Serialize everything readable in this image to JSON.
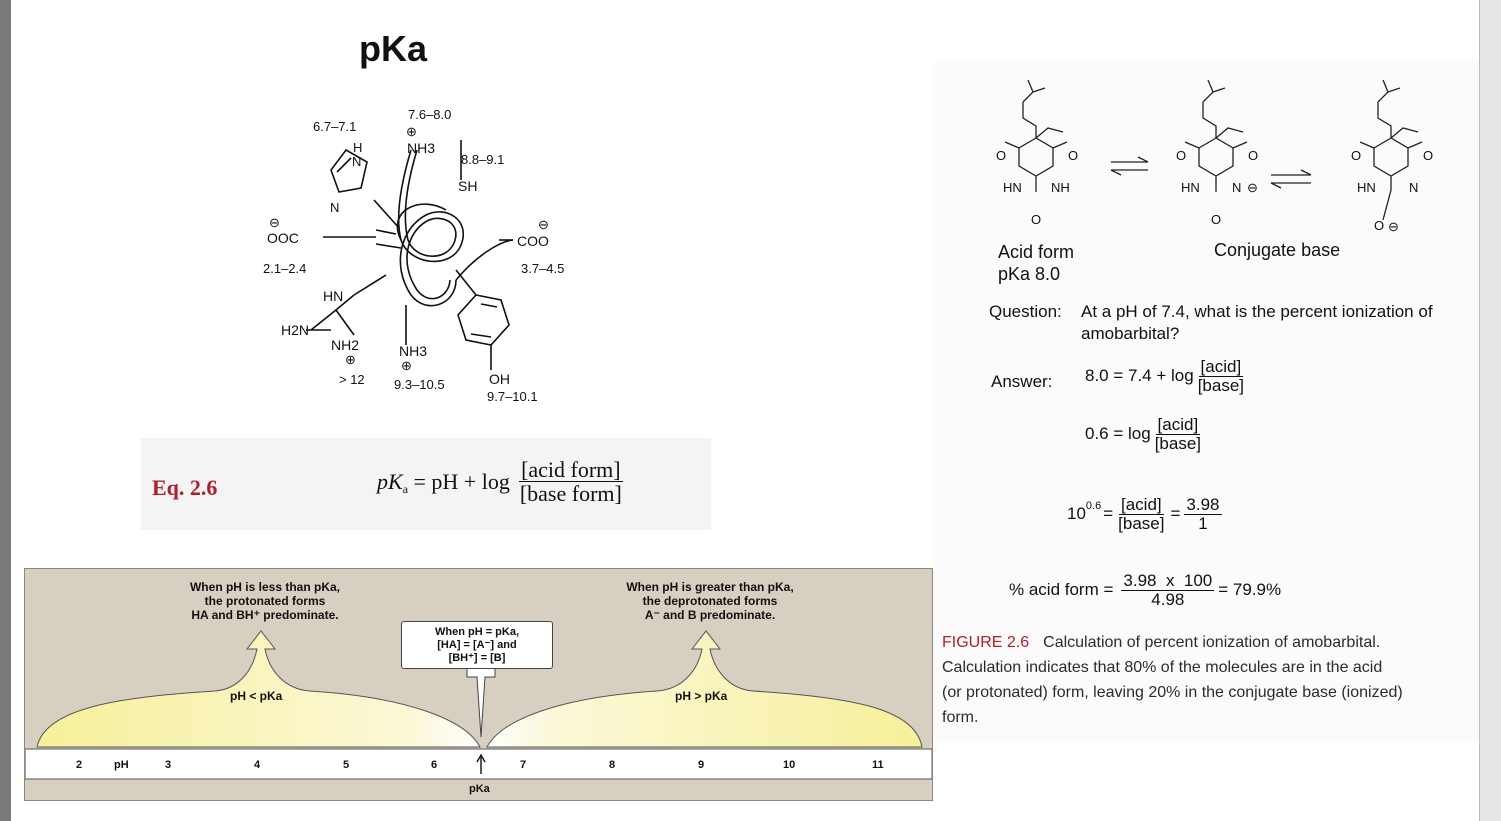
{
  "slide": {
    "title": "pKa"
  },
  "protein": {
    "ranges": {
      "his": "6.7–7.1",
      "lys_top": "7.6–8.0",
      "cys": "8.8–9.1",
      "cterm": "2.1–2.4",
      "asp": "3.7–4.5",
      "arg": "> 12",
      "lys_bottom": "9.3–10.5",
      "tyr": "9.7–10.1"
    },
    "groups": {
      "nh3_top": "NH3",
      "sh": "SH",
      "ooc": "OOC",
      "coo": "COO",
      "hn": "HN",
      "h2n": "H2N",
      "nh2": "NH2",
      "nh3_bottom": "NH3",
      "oh": "OH",
      "ring_h": "H",
      "ring_n1": "N",
      "ring_n2": "N"
    }
  },
  "equation": {
    "label": "Eq. 2.6",
    "lhs": "pK",
    "lhs_sub": "a",
    "middle": " = pH + log",
    "numerator": "[acid form]",
    "denominator": "[base form]"
  },
  "ph_chart": {
    "left_note": [
      "When pH is less than pKa,",
      "the protonated forms",
      "HA and BH⁺ predominate."
    ],
    "center_note": [
      "When pH = pKa,",
      "[HA] = [A⁻] and",
      "[BH⁺] = [B]"
    ],
    "right_note": [
      "When pH is greater than pKa,",
      "the deprotonated forms",
      "A⁻ and B predominate."
    ],
    "left_label": "pH < pKa",
    "right_label": "pH > pKa",
    "axis_label": "pH",
    "pka_label": "pKa",
    "ticks": [
      "2",
      "3",
      "4",
      "5",
      "6",
      "7",
      "8",
      "9",
      "10",
      "11"
    ]
  },
  "amobarbital": {
    "acid_form": "Acid form",
    "acid_pka": "pKa 8.0",
    "conjugate_base": "Conjugate base",
    "atoms": {
      "hn": "HN",
      "nh": "NH",
      "n": "N",
      "o": "O"
    },
    "question_label": "Question:",
    "question_text": [
      "At a pH of 7.4, what is the percent ionization of",
      "amobarbital?"
    ],
    "answer_label": "Answer:",
    "eq1_lhs": "8.0 = 7.4 + log",
    "eq2_lhs": "0.6 = log",
    "acid": "[acid]",
    "base": "[base]",
    "eq3_base": "10",
    "eq3_exp": "0.6",
    "eq3_num": "3.98",
    "eq3_den": "1",
    "eq4_lhs": "% acid form =",
    "eq4_num": "3.98  x  100",
    "eq4_den": "4.98",
    "eq4_result": "= 79.9%"
  },
  "figure_caption": {
    "label": "FIGURE 2.6",
    "text": "Calculation of percent ionization of amobarbital. Calculation indicates that 80% of the molecules are in the acid (or protonated) form, leaving 20% in the conjugate base (ionized) form.",
    "lines": [
      "Calculation of percent ionization of amobarbital.",
      "Calculation indicates that 80% of the molecules are in the acid",
      "(or protonated) form, leaving 20% in the conjugate base (ionized)",
      "form."
    ]
  },
  "colors": {
    "caption_red": "#b01e2c",
    "chart_bg": "#d8cfc3",
    "chart_fill": "#f8f2a8"
  }
}
